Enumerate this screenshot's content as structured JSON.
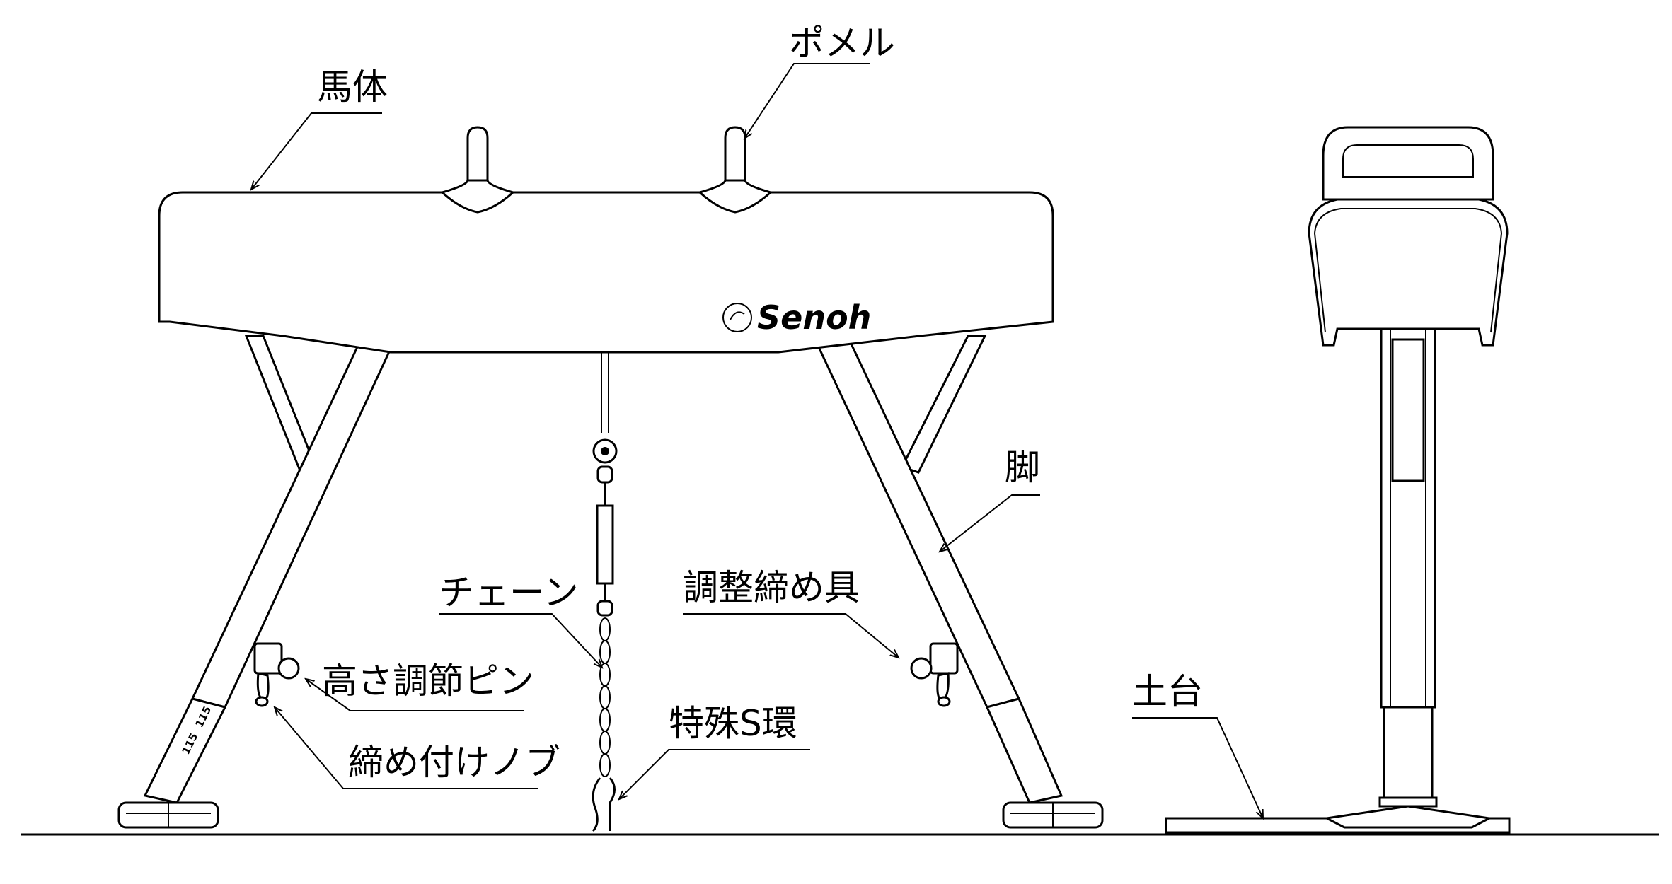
{
  "labels": {
    "body": "馬体",
    "pommel": "ポメル",
    "leg": "脚",
    "chain": "チェーン",
    "adjuster": "調整締め具",
    "height_pin": "高さ調節ピン",
    "special_s_ring": "特殊S環",
    "tightening_knob": "締め付けノブ",
    "base": "土台"
  },
  "logo": {
    "text": "Senoh"
  },
  "leg_markings": {
    "upper": "115",
    "lower": "115"
  },
  "colors": {
    "line": "#000000",
    "background": "#ffffff"
  }
}
